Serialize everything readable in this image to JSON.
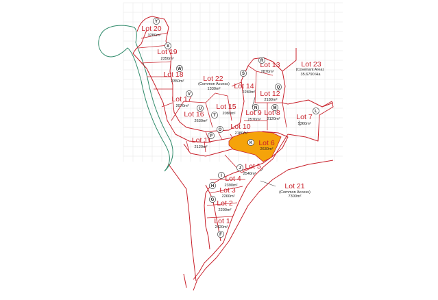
{
  "lots": [
    {
      "id": "lot20",
      "name": "Lot 20",
      "area": "3280m²"
    },
    {
      "id": "lot19",
      "name": "Lot 19",
      "area": "2350m²"
    },
    {
      "id": "lot18",
      "name": "Lot 18",
      "area": "2350m²"
    },
    {
      "id": "lot17",
      "name": "Lot 17",
      "area": "2070m²"
    },
    {
      "id": "lot16",
      "name": "Lot 16",
      "area": "2630m²"
    },
    {
      "id": "lot15",
      "name": "Lot 15",
      "area": "2080m²"
    },
    {
      "id": "lot14",
      "name": "Lot 14",
      "area": "2280m²"
    },
    {
      "id": "lot13",
      "name": "Lot 13",
      "area": "2870m²"
    },
    {
      "id": "lot12",
      "name": "Lot 12",
      "area": "2180m²"
    },
    {
      "id": "lot11",
      "name": "Lot 11",
      "area": "2120m²"
    },
    {
      "id": "lot10",
      "name": "Lot 10",
      "area": "2180m²"
    },
    {
      "id": "lot9",
      "name": "Lot 9",
      "area": "2570m²"
    },
    {
      "id": "lot8",
      "name": "Lot 8",
      "area": "2120m²"
    },
    {
      "id": "lot7",
      "name": "Lot 7",
      "area": "5360m²"
    },
    {
      "id": "lot6",
      "name": "Lot 6",
      "area": "2630m²"
    },
    {
      "id": "lot5",
      "name": "Lot 5",
      "area": "2540m²"
    },
    {
      "id": "lot4",
      "name": "Lot 4",
      "area": "2390m²"
    },
    {
      "id": "lot3",
      "name": "Lot 3",
      "area": "2260m²"
    },
    {
      "id": "lot2",
      "name": "Lot 2",
      "area": "2200m²"
    },
    {
      "id": "lot1",
      "name": "Lot 1",
      "area": "2420m²"
    }
  ],
  "special_lots": [
    {
      "id": "lot22",
      "name": "Lot 22",
      "note": "(Common Access)",
      "area": "1330m²"
    },
    {
      "id": "lot23",
      "name": "Lot 23",
      "note": "(Covenant Area)",
      "area": "35.6790 Ha"
    },
    {
      "id": "lot21",
      "name": "Lot 21",
      "note": "(Common Access)",
      "area": "7300m²"
    }
  ],
  "markers": [
    "Y",
    "X",
    "W",
    "V",
    "U",
    "T",
    "S",
    "R",
    "Q",
    "P",
    "O",
    "N",
    "M",
    "L",
    "K",
    "J",
    "I",
    "H",
    "G",
    "F"
  ],
  "colors": {
    "boundary": "#c8202a",
    "highlight": "#f5a30a",
    "river": "#2f8a6a"
  }
}
